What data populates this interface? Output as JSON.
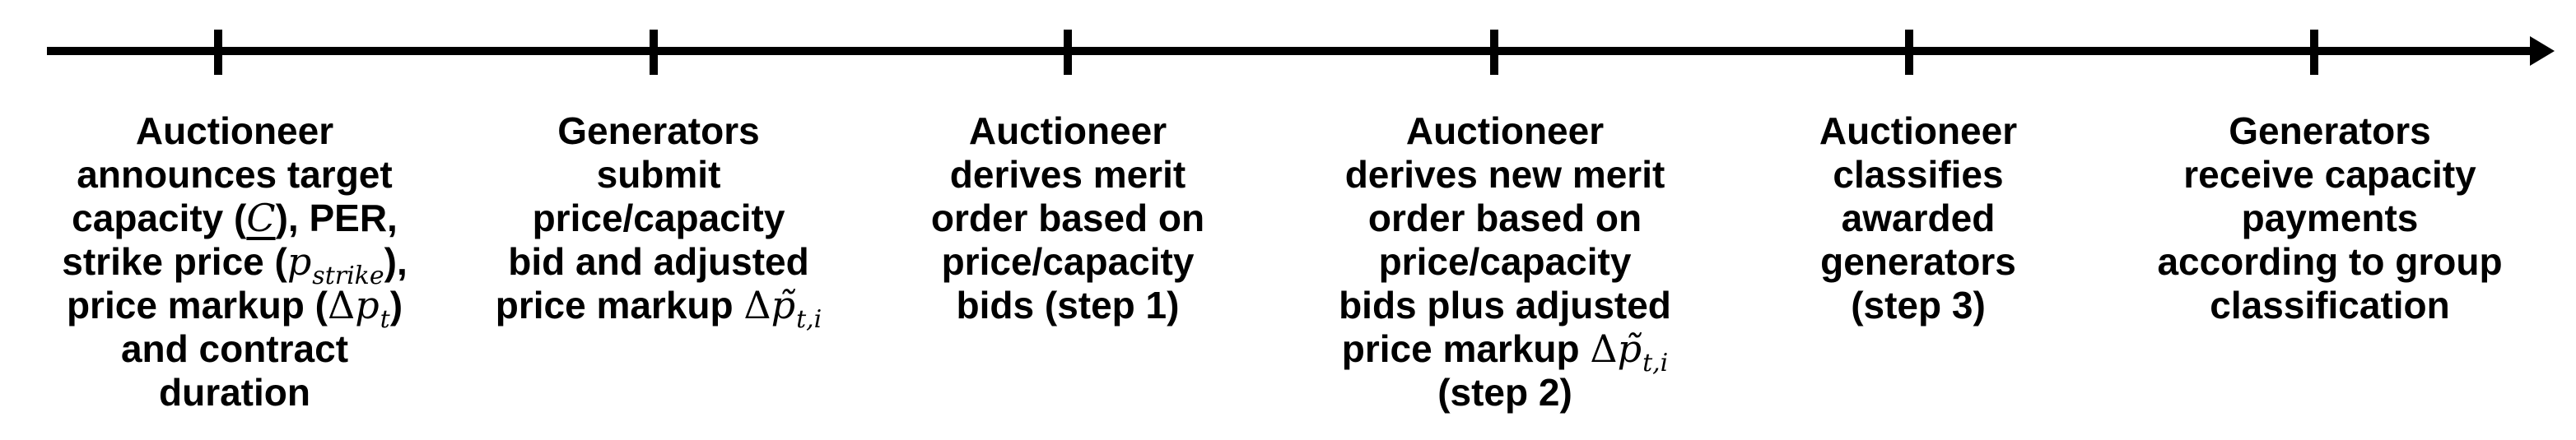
{
  "colors": {
    "background": "#ffffff",
    "ink": "#000000"
  },
  "timeline": {
    "axis": "left-to-right arrow with tick mark per event",
    "events": [
      {
        "name": "announcement",
        "lines": [
          [
            {
              "text": "Auctioneer",
              "style": "plain"
            }
          ],
          [
            {
              "text": "announces target",
              "style": "plain"
            }
          ],
          [
            {
              "text": "capacity (",
              "style": "plain"
            },
            {
              "text": "C",
              "style": "miu"
            },
            {
              "text": "), PER,",
              "style": "plain"
            }
          ],
          [
            {
              "text": "strike price (",
              "style": "plain"
            },
            {
              "text": "p",
              "style": "mi"
            },
            {
              "text": "strike",
              "style": "msub"
            },
            {
              "text": "),",
              "style": "plain"
            }
          ],
          [
            {
              "text": "price markup (",
              "style": "plain"
            },
            {
              "text": "Δ",
              "style": "mr"
            },
            {
              "text": "p",
              "style": "mi"
            },
            {
              "text": "t",
              "style": "msub"
            },
            {
              "text": ")",
              "style": "plain"
            }
          ],
          [
            {
              "text": "and contract",
              "style": "plain"
            }
          ],
          [
            {
              "text": "duration",
              "style": "plain"
            }
          ]
        ]
      },
      {
        "name": "bid-submission",
        "lines": [
          [
            {
              "text": "Generators",
              "style": "plain"
            }
          ],
          [
            {
              "text": "submit",
              "style": "plain"
            }
          ],
          [
            {
              "text": "price/capacity",
              "style": "plain"
            }
          ],
          [
            {
              "text": "bid and adjusted",
              "style": "plain"
            }
          ],
          [
            {
              "text": "price markup ",
              "style": "plain"
            },
            {
              "text": "Δ",
              "style": "mr"
            },
            {
              "text": "p̃",
              "style": "mi"
            },
            {
              "text": "t,i",
              "style": "msub"
            }
          ]
        ]
      },
      {
        "name": "merit-order-step-1",
        "lines": [
          [
            {
              "text": "Auctioneer",
              "style": "plain"
            }
          ],
          [
            {
              "text": "derives merit",
              "style": "plain"
            }
          ],
          [
            {
              "text": "order based on",
              "style": "plain"
            }
          ],
          [
            {
              "text": "price/capacity",
              "style": "plain"
            }
          ],
          [
            {
              "text": "bids (step 1)",
              "style": "plain"
            }
          ]
        ]
      },
      {
        "name": "merit-order-step-2",
        "lines": [
          [
            {
              "text": "Auctioneer",
              "style": "plain"
            }
          ],
          [
            {
              "text": "derives new merit",
              "style": "plain"
            }
          ],
          [
            {
              "text": "order based on",
              "style": "plain"
            }
          ],
          [
            {
              "text": "price/capacity",
              "style": "plain"
            }
          ],
          [
            {
              "text": "bids plus adjusted",
              "style": "plain"
            }
          ],
          [
            {
              "text": "price markup ",
              "style": "plain"
            },
            {
              "text": "Δ",
              "style": "mr"
            },
            {
              "text": "p̃",
              "style": "mi"
            },
            {
              "text": "t,i",
              "style": "msub"
            }
          ],
          [
            {
              "text": "(step 2)",
              "style": "plain"
            }
          ]
        ]
      },
      {
        "name": "classification-step-3",
        "lines": [
          [
            {
              "text": "Auctioneer",
              "style": "plain"
            }
          ],
          [
            {
              "text": "classifies",
              "style": "plain"
            }
          ],
          [
            {
              "text": "awarded",
              "style": "plain"
            }
          ],
          [
            {
              "text": "generators",
              "style": "plain"
            }
          ],
          [
            {
              "text": "(step 3)",
              "style": "plain"
            }
          ]
        ]
      },
      {
        "name": "capacity-payments",
        "lines": [
          [
            {
              "text": "Generators",
              "style": "plain"
            }
          ],
          [
            {
              "text": "receive capacity",
              "style": "plain"
            }
          ],
          [
            {
              "text": "payments",
              "style": "plain"
            }
          ],
          [
            {
              "text": "according to group",
              "style": "plain"
            }
          ],
          [
            {
              "text": "classification",
              "style": "plain"
            }
          ]
        ]
      }
    ]
  }
}
